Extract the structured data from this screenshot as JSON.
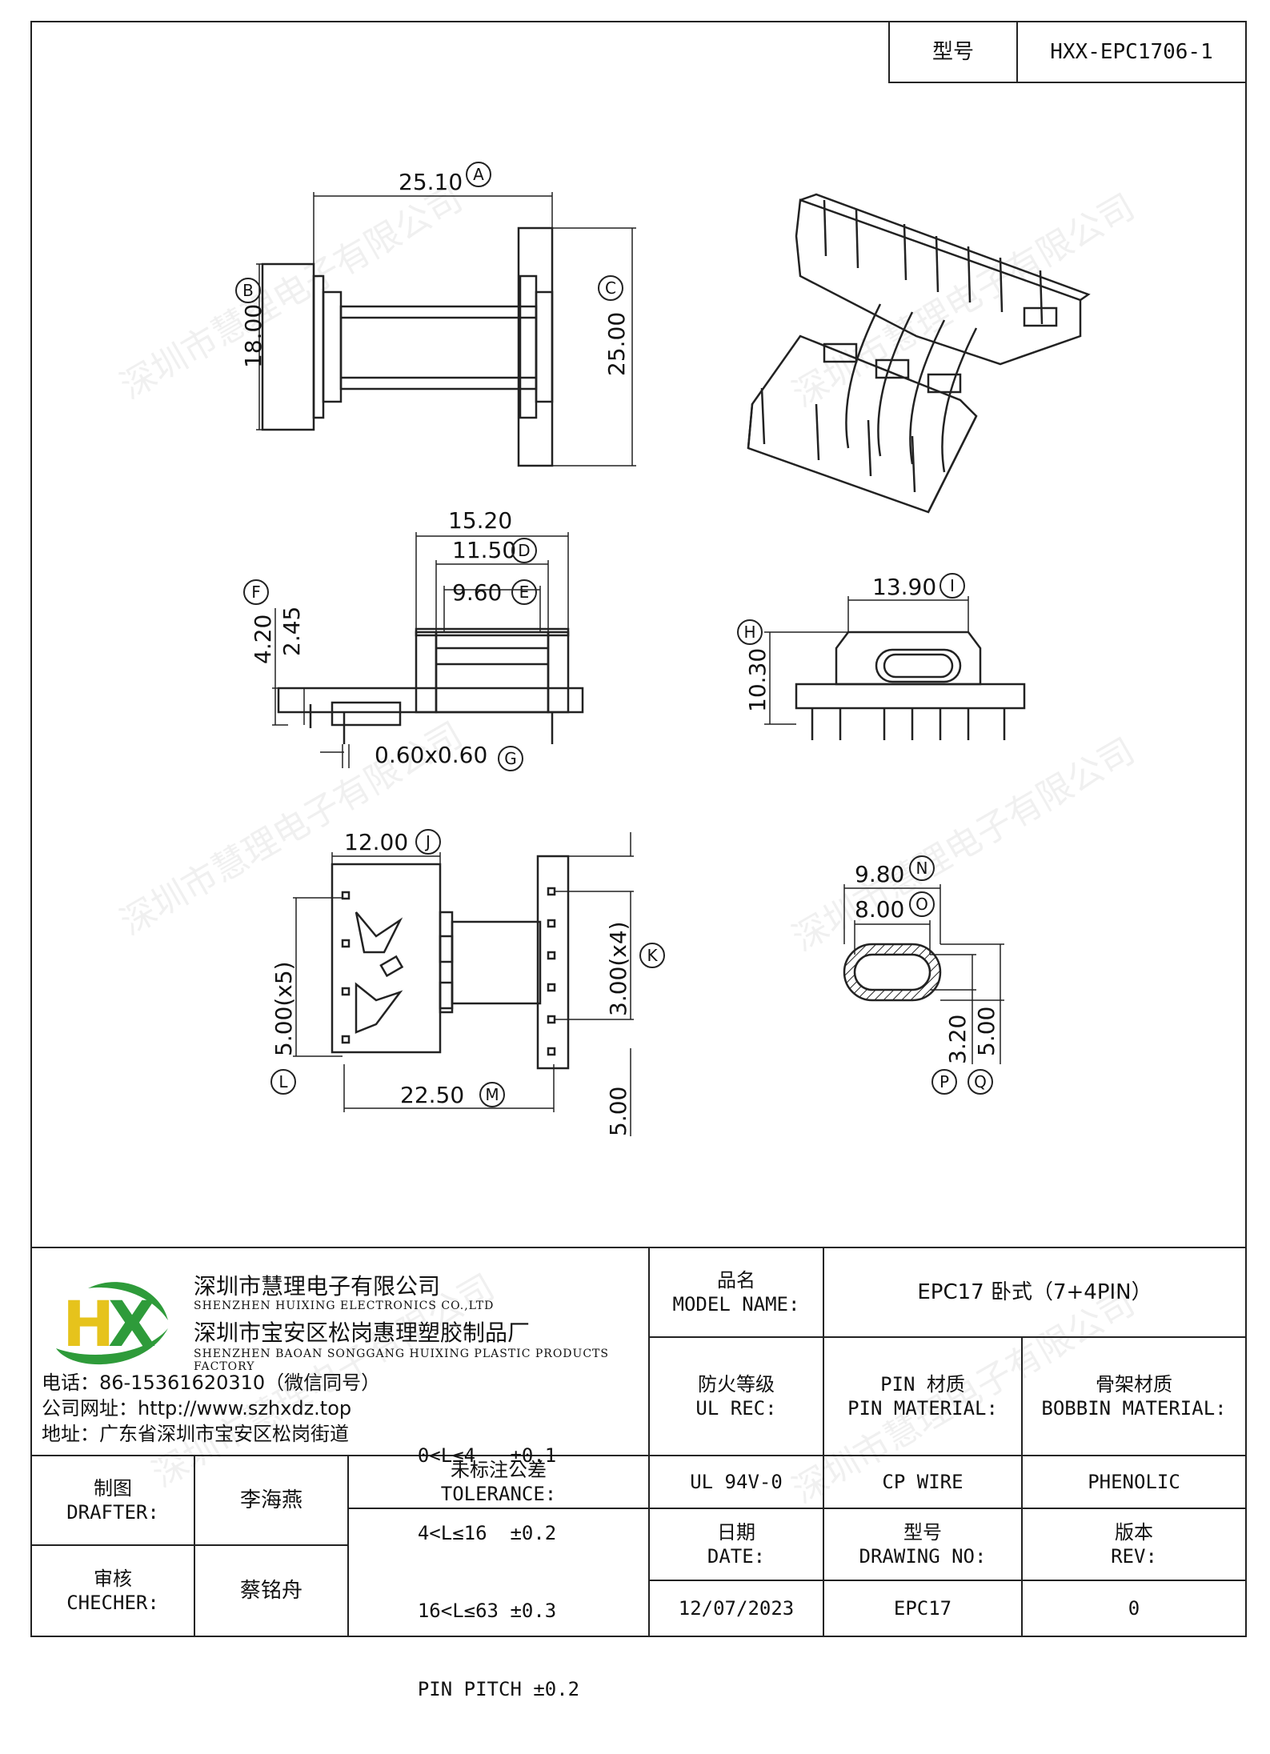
{
  "model_box": {
    "label": "型号",
    "value": "HXX-EPC1706-1"
  },
  "watermark": "深圳市慧理电子有限公司",
  "dimensions": {
    "A": "25.10",
    "A_tag": "A",
    "B": "18.00",
    "B_tag": "B",
    "C": "25.00",
    "C_tag": "C",
    "D": "11.50",
    "D_tag": "D",
    "E": "9.60",
    "E_tag": "E",
    "F": "4.20",
    "F_tag": "F",
    "F2": "2.45",
    "G": "0.60x0.60",
    "G_tag": "G",
    "top_15": "15.20",
    "H": "10.30",
    "H_tag": "H",
    "I": "13.90",
    "I_tag": "I",
    "J": "12.00",
    "J_tag": "J",
    "K": "3.00(x4)",
    "K_tag": "K",
    "L": "5.00(x5)",
    "L_tag": "L",
    "M": "22.50",
    "M_tag": "M",
    "K2": "5.00",
    "N": "9.80",
    "N_tag": "N",
    "O": "8.00",
    "O_tag": "O",
    "P": "3.20",
    "P_tag": "P",
    "Q": "5.00",
    "Q_tag": "Q"
  },
  "company": {
    "name_cn": "深圳市慧理电子有限公司",
    "name_en": "SHENZHEN HUIXING ELECTRONICS CO.,LTD",
    "factory_cn": "深圳市宝安区松岗惠理塑胶制品厂",
    "factory_en": "SHENZHEN BAOAN SONGGANG HUIXING PLASTIC PRODUCTS FACTORY",
    "phone": "电话：86-15361620310（微信同号）",
    "website": "公司网址：http://www.szhxdz.top",
    "address": "地址：广东省深圳市宝安区松岗街道",
    "logo_text": "HX",
    "colors": {
      "green": "#2e9b3a",
      "yellow": "#e6c31c"
    }
  },
  "titleblock": {
    "model_name_cn": "品名",
    "model_name_en": "MODEL NAME:",
    "model_name_value": "EPC17 卧式（7+4PIN）",
    "ul_cn": "防火等级",
    "ul_en": "UL REC:",
    "pin_cn": "PIN 材质",
    "pin_en": "PIN MATERIAL:",
    "bobbin_cn": "骨架材质",
    "bobbin_en": "BOBBIN MATERIAL:",
    "ul_value": "UL 94V-0",
    "pin_value": "CP WIRE",
    "bobbin_value": "PHENOLIC",
    "drafter_cn": "制图",
    "drafter_en": "DRAFTER:",
    "drafter_name": "李海燕",
    "checker_cn": "审核",
    "checker_en": "CHECHER:",
    "checker_name": "蔡铭舟",
    "tol_cn": "未标注公差",
    "tol_en": "TOLERANCE:",
    "tol_1": "0<L≤4   ±0.1",
    "tol_2": "4<L≤16  ±0.2",
    "tol_3": "16<L≤63 ±0.3",
    "tol_4": "PIN PITCH ±0.2",
    "date_cn": "日期",
    "date_en": "DATE:",
    "date_value": "12/07/2023",
    "dwg_cn": "型号",
    "dwg_en": "DRAWING NO:",
    "dwg_value": "EPC17",
    "rev_cn": "版本",
    "rev_en": "REV:",
    "rev_value": "0"
  }
}
